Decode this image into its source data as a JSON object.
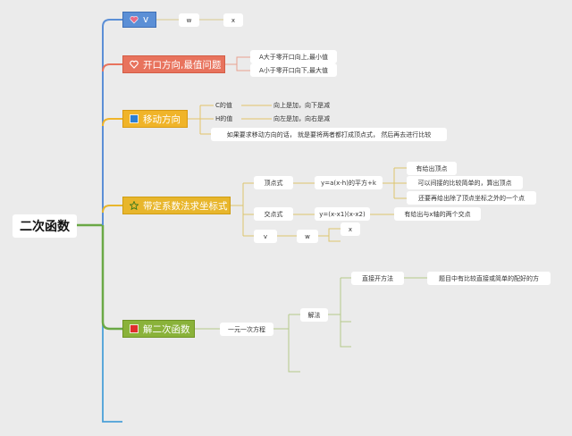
{
  "root": {
    "label": "二次函数"
  },
  "branches": {
    "v": {
      "label": "v",
      "color": "#5b8fd6",
      "children": [
        "w",
        "x"
      ]
    },
    "kaikou": {
      "label": "开口方向,最值问题",
      "color": "#e8735d",
      "children": [
        "A大于零开口向上,最小值",
        "A小于零开口向下,最大值"
      ]
    },
    "yidong": {
      "label": "移动方向",
      "color": "#f0b429",
      "rows": [
        {
          "key": "C的值",
          "value": "向上是加，向下是减"
        },
        {
          "key": "H的值",
          "value": "向左是加，向右是减"
        }
      ],
      "note": "如果要求移动方向的话， 就是要将两者都打成顶点式， 然后再去进行比较"
    },
    "daiding": {
      "label": "带定系数法求坐标式",
      "color": "#e8b62c",
      "dingdian": {
        "label": "顶点式",
        "formula": "y=a(x-h)的平方+k",
        "items": [
          "有给出顶点",
          "可以间接的比较简单的，算出顶点",
          "还要再给出除了顶点坐标之外的一个点"
        ]
      },
      "jiaodian": {
        "label": "交点式",
        "formula": "y=(x-x1)(x-x2)",
        "item": "有给出与x轴的两个交点"
      },
      "extra": {
        "v": "v",
        "w": "w",
        "x": "x"
      }
    },
    "jie": {
      "label": "解二次函数",
      "color": "#8ab23a",
      "yiyuan": "一元一次方程",
      "jiefa": "解法",
      "zhijie": "直接开方法",
      "zhijie_desc": "题目中有比较直接或简单的配好的方"
    }
  }
}
